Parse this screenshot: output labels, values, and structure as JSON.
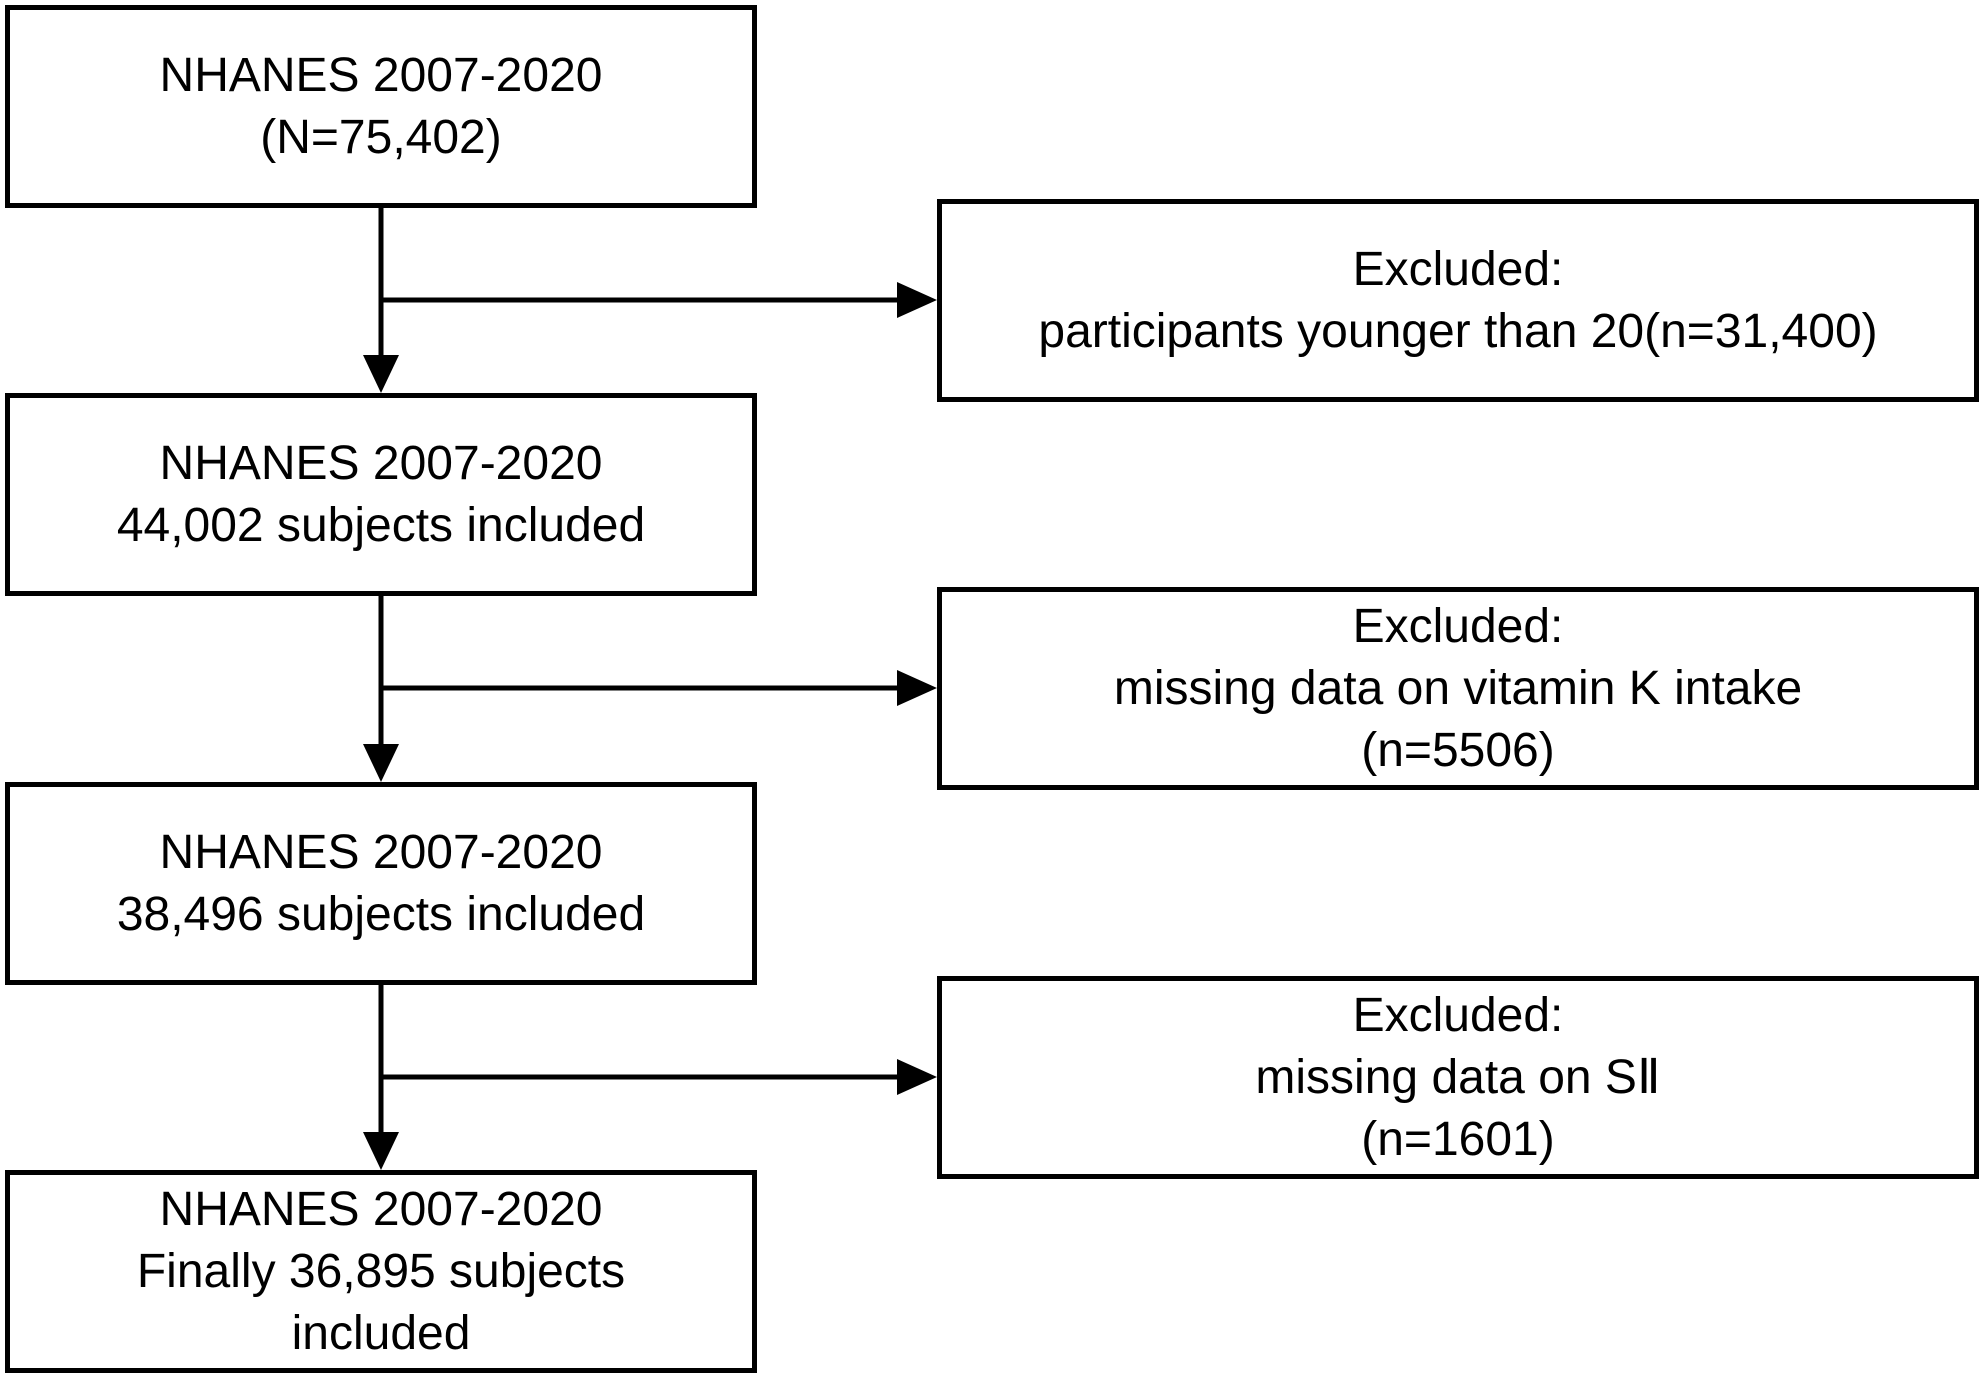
{
  "main_boxes": [
    {
      "line1": "NHANES 2007-2020",
      "line2": "(N=75,402)"
    },
    {
      "line1": "NHANES 2007-2020",
      "line2": "44,002 subjects included"
    },
    {
      "line1": "NHANES 2007-2020",
      "line2": "38,496 subjects included"
    },
    {
      "line1": "NHANES 2007-2020",
      "line2": "Finally 36,895 subjects",
      "line3": "included"
    }
  ],
  "exclusion_boxes": [
    {
      "line1": "Excluded:",
      "line2": "participants younger than 20(n=31,400)"
    },
    {
      "line1": "Excluded:",
      "line2": "missing data on vitamin K intake",
      "line3": "(n=5506)"
    },
    {
      "line1": "Excluded:",
      "line2": "missing data on SⅡ",
      "line3": "(n=1601)"
    }
  ],
  "colors": {
    "stroke": "#000000",
    "background": "#ffffff"
  }
}
